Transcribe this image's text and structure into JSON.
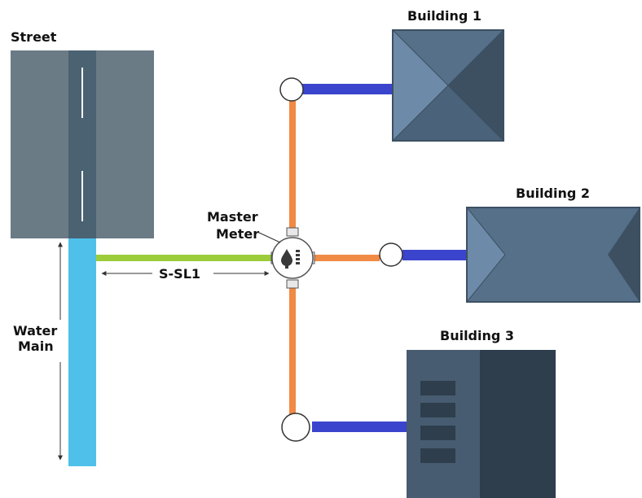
{
  "labels": {
    "street": "Street",
    "water_main_line1": "Water",
    "water_main_line2": "Main",
    "master_meter_line1": "Master",
    "master_meter_line2": "Meter",
    "service_line": "S-SL1",
    "building1": "Building 1",
    "building2": "Building 2",
    "building3": "Building 3"
  },
  "colors": {
    "street": "#6b7b86",
    "street_lane": "#4a6272",
    "water_main": "#4fc0ea",
    "service_line": "#9ccc3a",
    "customer_pipe": "#f08a44",
    "building_pipe": "#3b44cc",
    "building_dark": "#3c5062",
    "building_mid": "#56708a",
    "building_light": "#6d8ba8",
    "building3_dark": "#2e3e4d",
    "building3_mid": "#475c70"
  },
  "icons": {
    "master_meter": "water-meter-icon",
    "junction": "pipe-junction-circle"
  }
}
